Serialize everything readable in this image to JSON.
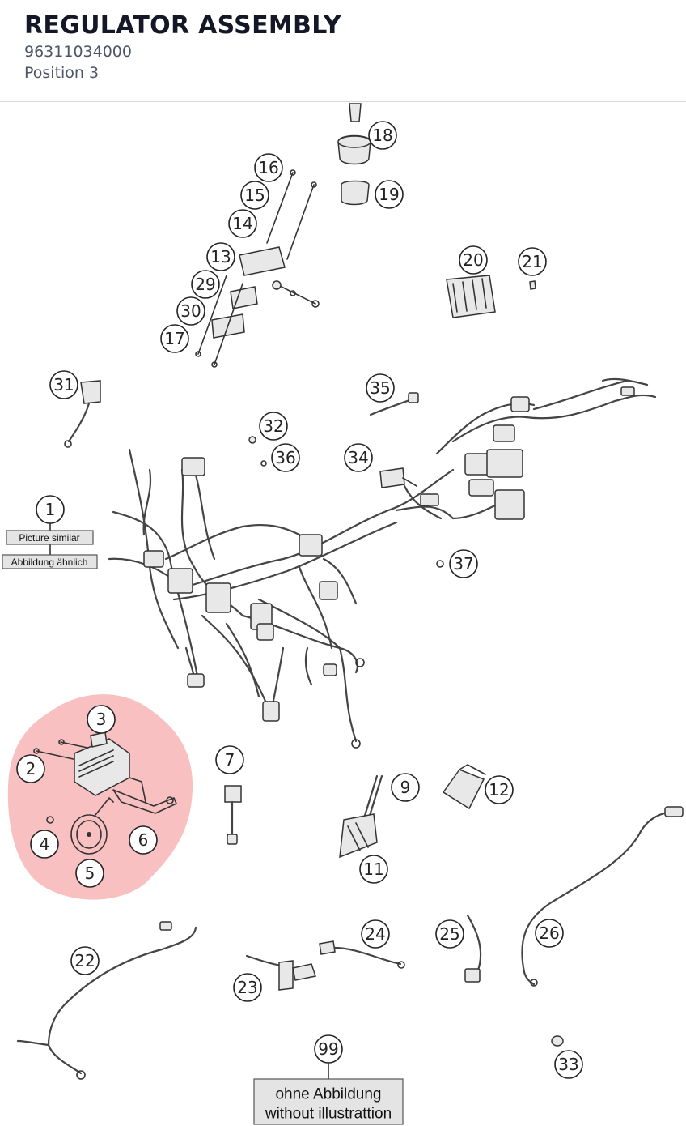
{
  "header": {
    "title": "REGULATOR ASSEMBLY",
    "part_number": "96311034000",
    "position": "Position 3"
  },
  "highlight_color": "#f7b5b5",
  "labels": {
    "picture_similar": "Picture similar",
    "abbildung_aehnlich": "Abbildung ähnlich",
    "ohne_abbildung": "ohne Abbildung",
    "without_illustration": "without illustrattion"
  },
  "callouts": [
    "1",
    "2",
    "3",
    "4",
    "5",
    "6",
    "7",
    "9",
    "11",
    "12",
    "13",
    "14",
    "15",
    "16",
    "17",
    "18",
    "19",
    "20",
    "21",
    "22",
    "23",
    "24",
    "25",
    "26",
    "29",
    "30",
    "31",
    "32",
    "33",
    "34",
    "35",
    "36",
    "37",
    "99"
  ]
}
